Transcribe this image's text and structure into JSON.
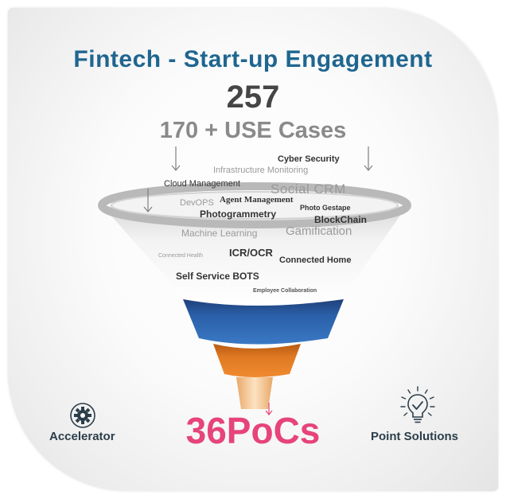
{
  "header": {
    "title": "Fintech - Start-up Engagement",
    "total": "257",
    "use_cases": "170 + USE Cases"
  },
  "funnel": {
    "keywords": [
      {
        "id": "cyber-security",
        "text": "Cyber Security"
      },
      {
        "id": "infrastructure-monitoring",
        "text": "Infrastructure Monitoring"
      },
      {
        "id": "cloud-management",
        "text": "Cloud Management"
      },
      {
        "id": "social-crm",
        "text": "Social CRM"
      },
      {
        "id": "devops",
        "text": "DevOPS"
      },
      {
        "id": "agent-management",
        "text": "Agent Management"
      },
      {
        "id": "photo-gestape",
        "text": "Photo Gestape"
      },
      {
        "id": "photogrammetry",
        "text": "Photogrammetry"
      },
      {
        "id": "blockchain",
        "text": "BlockChain"
      },
      {
        "id": "machine-learning",
        "text": "Machine Learning"
      },
      {
        "id": "gamification",
        "text": "Gamification"
      },
      {
        "id": "connected-health",
        "text": "Connected Health"
      },
      {
        "id": "icr-ocr",
        "text": "ICR/OCR"
      },
      {
        "id": "connected-home",
        "text": "Connected Home"
      },
      {
        "id": "self-service-bots",
        "text": "Self Service BOTS"
      },
      {
        "id": "employee-collaboration",
        "text": "Employee Collaboration"
      }
    ],
    "colors": {
      "rim": "#b9b9b9",
      "band_blue": "#2a5fa8",
      "band_orange": "#e07a22",
      "spout": "#f4c28a"
    }
  },
  "result": {
    "pocs": "36PoCs"
  },
  "left_feature": {
    "label": "Accelerator",
    "icon": "gear-icon"
  },
  "right_feature": {
    "label": "Point Solutions",
    "icon": "lightbulb-icon"
  }
}
